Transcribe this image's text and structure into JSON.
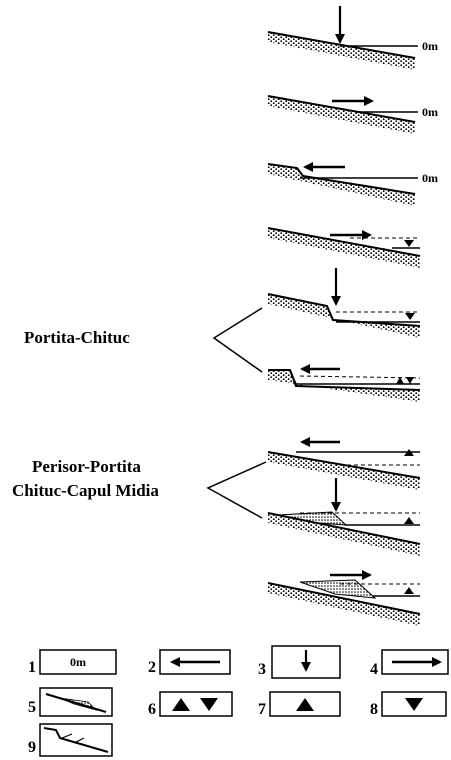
{
  "sea_level_label": "0m",
  "group_labels": {
    "portita_chituc": "Portita-Chituc",
    "perisor_line1": "Perisor-Portita",
    "perisor_line2": "Chituc-Capul Midia"
  },
  "legend": [
    {
      "number": "1",
      "symbol": "0m"
    },
    {
      "number": "2",
      "symbol": "left-arrow-icon"
    },
    {
      "number": "3",
      "symbol": "down-arrow-icon"
    },
    {
      "number": "4",
      "symbol": "right-arrow-icon"
    },
    {
      "number": "5",
      "symbol": "sediment-wedge-icon"
    },
    {
      "number": "6",
      "symbol": "up-down-triangles-icon"
    },
    {
      "number": "7",
      "symbol": "up-triangle-icon"
    },
    {
      "number": "8",
      "symbol": "down-triangle-icon"
    },
    {
      "number": "9",
      "symbol": "stepped-profile-icon"
    }
  ]
}
